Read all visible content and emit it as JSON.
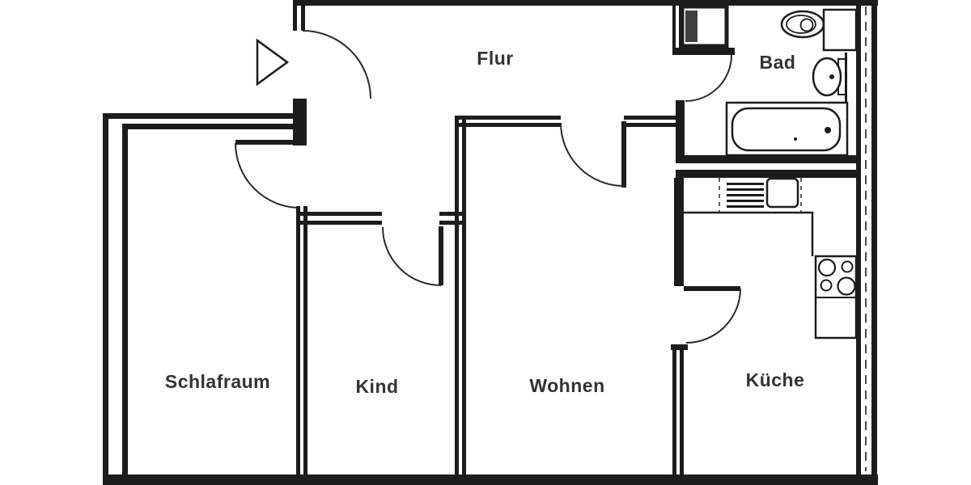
{
  "plan": {
    "type": "apartment-floor-plan",
    "rooms": [
      {
        "id": "flur",
        "label": "Flur"
      },
      {
        "id": "bad",
        "label": "Bad"
      },
      {
        "id": "schlafraum",
        "label": "Schlafraum"
      },
      {
        "id": "kind",
        "label": "Kind"
      },
      {
        "id": "wohnen",
        "label": "Wohnen"
      },
      {
        "id": "kueche",
        "label": "Küche"
      }
    ],
    "fixtures": [
      "entrance-arrow",
      "entrance-door-swing",
      "shaft-box",
      "toilet",
      "cistern",
      "washbasin",
      "bathtub",
      "kitchen-counter",
      "dish-drainer",
      "kitchen-sink",
      "stove-hob",
      "door-swing-schlafraum",
      "door-swing-kind",
      "door-swing-wohnen",
      "door-swing-bad",
      "door-swing-kueche"
    ],
    "colors": {
      "background": "#ffffff",
      "wall": "#1c1c1c",
      "label": "#333333"
    }
  }
}
